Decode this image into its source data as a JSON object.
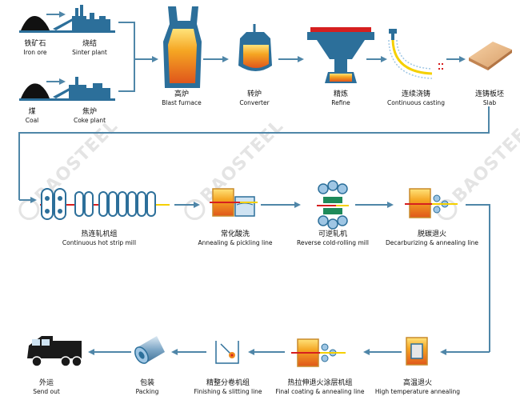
{
  "watermark": "BAOSTEEL",
  "colors": {
    "arrow": "#4f86a8",
    "furnace_hot": "#f08a1c",
    "metal_blue": "#2c6f9a",
    "roll_blue": "#9fc6e4",
    "strip_red": "#d61f1f",
    "strip_yellow": "#f5d000"
  },
  "stages": {
    "iron_ore": {
      "zh": "铁矿石",
      "en": "Iron ore"
    },
    "sinter": {
      "zh": "烧结",
      "en": "Sinter plant"
    },
    "coal": {
      "zh": "煤",
      "en": "Coal"
    },
    "coke": {
      "zh": "焦炉",
      "en": "Coke plant"
    },
    "blast": {
      "zh": "高炉",
      "en": "Blast furnace"
    },
    "converter": {
      "zh": "转炉",
      "en": "Converter"
    },
    "refine": {
      "zh": "精炼",
      "en": "Refine"
    },
    "casting": {
      "zh": "连续浇铸",
      "en": "Continuous casting"
    },
    "slab": {
      "zh": "连铸板坯",
      "en": "Slab"
    },
    "hot_strip": {
      "zh": "热连轧机组",
      "en": "Continuous hot strip mill"
    },
    "annealing_pickling": {
      "zh": "常化酸洗",
      "en": "Annealing & pickling line"
    },
    "reverse_mill": {
      "zh": "可逆轧机",
      "en": "Reverse cold-rolling mill"
    },
    "decarb": {
      "zh": "脱碳退火",
      "en": "Decarburizing & annealing line"
    },
    "high_temp": {
      "zh": "高温退火",
      "en": "High temperature annealing"
    },
    "final_coating": {
      "zh": "热拉伸退火涂层机组",
      "en": "Final coating & annealing line"
    },
    "finishing": {
      "zh": "精整分卷机组",
      "en": "Finishing & slitting line"
    },
    "packing": {
      "zh": "包装",
      "en": "Packing"
    },
    "send_out": {
      "zh": "外运",
      "en": "Send out"
    }
  }
}
